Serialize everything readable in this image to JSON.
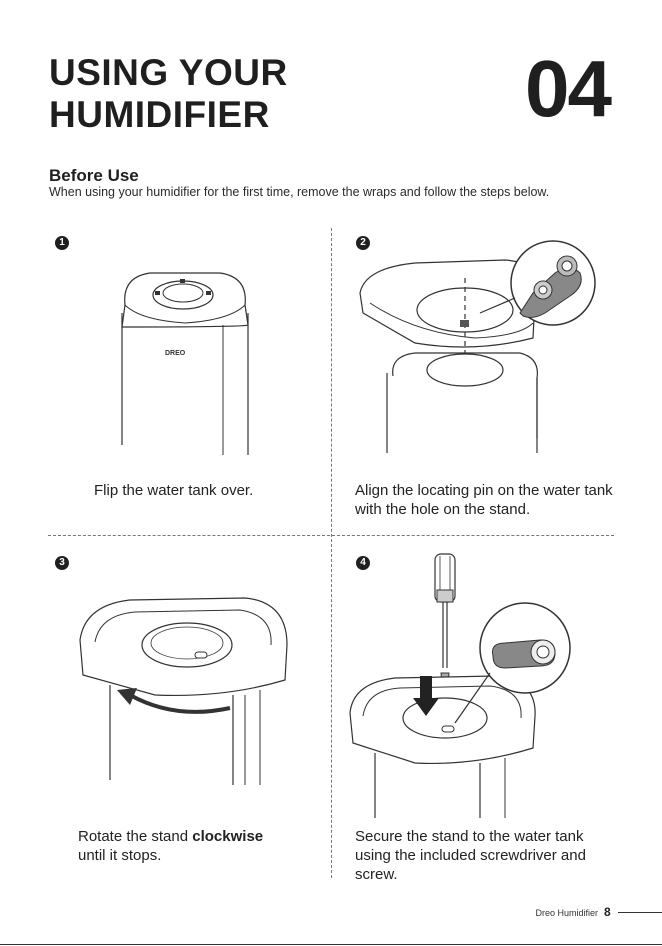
{
  "header": {
    "title_line1": "USING YOUR",
    "title_line2": "HUMIDIFIER",
    "chapter": "04"
  },
  "section": {
    "title": "Before Use",
    "description": "When using your humidifier for the first time, remove the wraps and follow the steps below."
  },
  "steps": [
    {
      "number": "1",
      "caption": "Flip the water tank over.",
      "logo_text": "DREO"
    },
    {
      "number": "2",
      "caption": "Align the locating pin on the water tank with the hole on the stand."
    },
    {
      "number": "3",
      "caption_pre": "Rotate the stand ",
      "caption_bold": "clockwise",
      "caption_post": "until it stops."
    },
    {
      "number": "4",
      "caption": "Secure the stand to the water tank using the included screwdriver and screw."
    }
  ],
  "footer": {
    "brand": "Dreo Humidifier",
    "page": "8"
  }
}
